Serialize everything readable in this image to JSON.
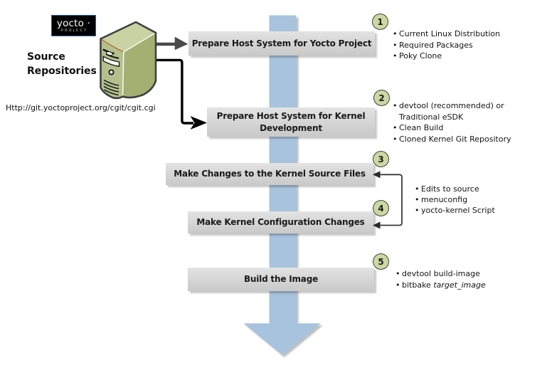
{
  "title": "Yocto Project kernel development workflow diagram",
  "logo": {
    "brand": "yocto ·",
    "subtitle": "PROJECT"
  },
  "source_repositories": {
    "label": "Source\nRepositories",
    "url": "Http://git.yoctoproject.org/cgit/cgit.cgi"
  },
  "steps": [
    {
      "num": "1",
      "label": "Prepare Host System for Yocto Project",
      "notes": [
        "Current Linux Distribution",
        "Required Packages",
        "Poky Clone"
      ]
    },
    {
      "num": "2",
      "label": "Prepare Host System for Kernel Development",
      "notes": [
        "devtool (recommended) or Traditional eSDK",
        "Clean Build",
        "Cloned Kernel Git Repository"
      ]
    },
    {
      "num": "3",
      "label": "Make Changes to the Kernel Source Files",
      "notes": []
    },
    {
      "num": "4",
      "label": "Make Kernel Configuration Changes",
      "notes": []
    },
    {
      "num": "5",
      "label": "Build the Image",
      "notes": [
        "devtool build-image"
      ],
      "note_italic": {
        "prefix": "bitbake ",
        "emphasis": "target_image"
      }
    }
  ],
  "shared_notes_steps_3_4": [
    "Edits to source",
    "menuconfig",
    "yocto-kernel Script"
  ],
  "colors": {
    "flow_arrow_blue": "#a8c3de",
    "box_gray_top": "#e3e3e3",
    "box_gray_bottom": "#c9c9c9",
    "circle_fill": "#ccd7a4",
    "circle_border": "#3f4436",
    "server_top_green": "#c9d2a2",
    "server_front_green": "#b4c08c",
    "server_side_green": "#a3b072",
    "outline_dark": "#3f4040",
    "arrow_dark_gray": "#4a4a4a",
    "connector_black": "#000000",
    "logo_border_blue": "#2d5f9e"
  }
}
